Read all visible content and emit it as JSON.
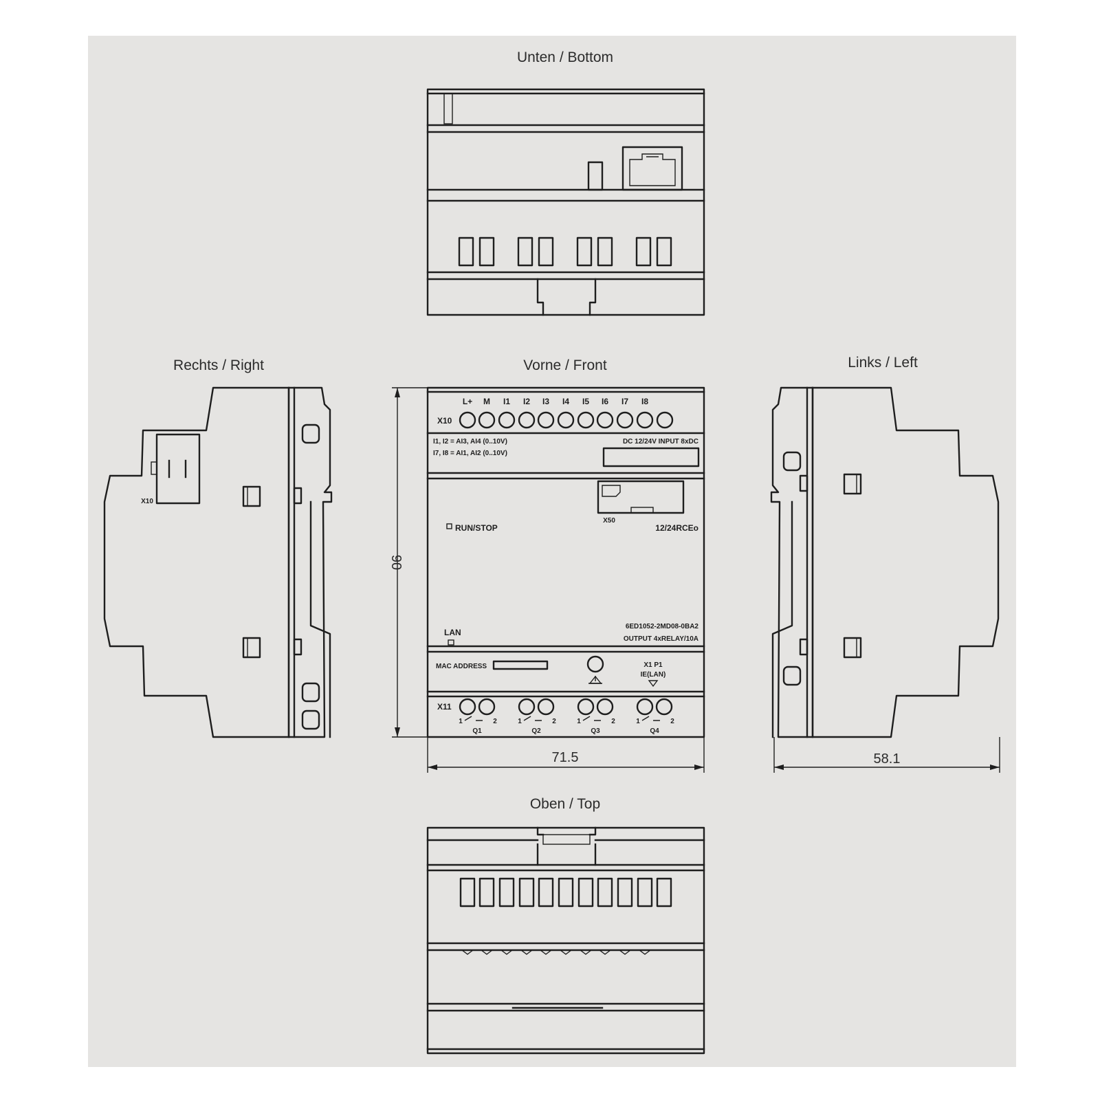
{
  "views": {
    "bottom_title": "Unten / Bottom",
    "right_title": "Rechts / Right",
    "front_title": "Vorne / Front",
    "left_title": "Links / Left",
    "top_title": "Oben / Top"
  },
  "dimensions": {
    "height": "90",
    "width": "71.5",
    "depth": "58.1"
  },
  "front": {
    "input_connector": "X10",
    "input_terminals": [
      "L+",
      "M",
      "I1",
      "I2",
      "I3",
      "I4",
      "I5",
      "I6",
      "I7",
      "I8"
    ],
    "analog_note_1": "I1, I2 = AI3, AI4 (0..10V)",
    "analog_note_2": "I7, I8 = AI1, AI2 (0..10V)",
    "input_spec": "DC 12/24V INPUT 8xDC",
    "card_slot": "X50",
    "run_stop": "RUN/STOP",
    "model": "12/24RCEo",
    "lan": "LAN",
    "order_number": "6ED1052-2MD08-0BA2",
    "output_spec": "OUTPUT 4xRELAY/10A",
    "mac_address": "MAC ADDRESS",
    "port_label_1": "X1 P1",
    "port_label_2": "IE(LAN)",
    "output_connector": "X11",
    "outputs": [
      "Q1",
      "Q2",
      "Q3",
      "Q4"
    ],
    "contact_left": "1",
    "contact_right": "2"
  },
  "right_view": {
    "connector_label": "X10"
  },
  "colors": {
    "panel": "#e5e4e2",
    "line": "#1e1e1e"
  }
}
